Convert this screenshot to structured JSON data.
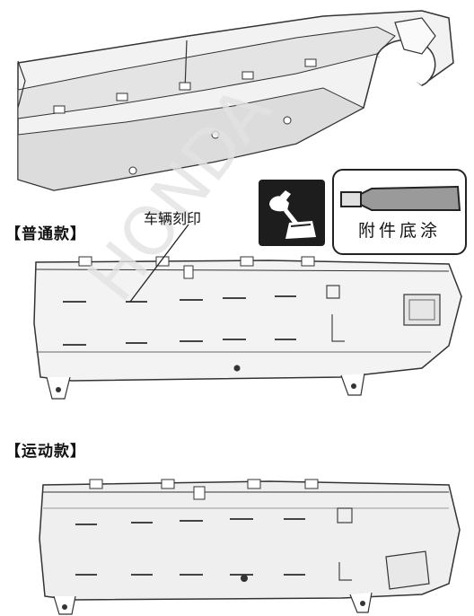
{
  "labels": {
    "standard_variant": "【普通款】",
    "sport_variant": "【运动款】",
    "vehicle_marking": "车辆刻印",
    "primer": "附件底涂",
    "watermark": "HONDA"
  },
  "icons": {
    "hand_applicator": "hand-applying-primer-icon",
    "primer_tube": "primer-tube-icon"
  },
  "colors": {
    "line": "#333333",
    "panel_light": "#f2f2f2",
    "panel_shade": "#d9d9d9",
    "watermark": "#e3e3e3"
  }
}
